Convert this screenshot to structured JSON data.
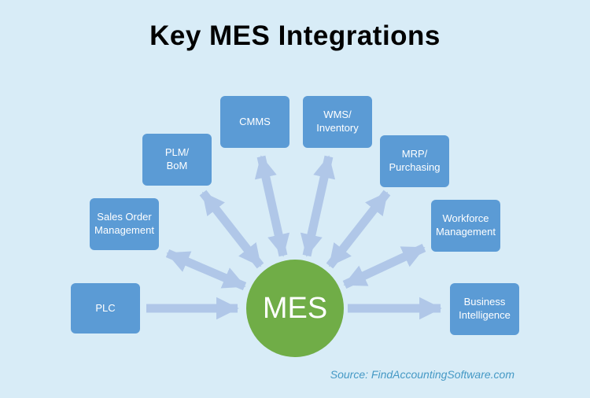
{
  "title": "Key MES Integrations",
  "center": {
    "label": "MES"
  },
  "nodes": [
    {
      "id": "plc",
      "label": "PLC"
    },
    {
      "id": "sales-order-management",
      "label": "Sales Order\nManagement"
    },
    {
      "id": "plm-bom",
      "label": "PLM/\nBoM"
    },
    {
      "id": "cmms",
      "label": "CMMS"
    },
    {
      "id": "wms-inventory",
      "label": "WMS/\nInventory"
    },
    {
      "id": "mrp-purchasing",
      "label": "MRP/\nPurchasing"
    },
    {
      "id": "workforce-management",
      "label": "Workforce\nManagement"
    },
    {
      "id": "business-intelligence",
      "label": "Business\nIntelligence"
    }
  ],
  "connections": [
    {
      "from": "PLC",
      "to": "MES",
      "bidirectional": false
    },
    {
      "from": "MES",
      "to": "Sales Order Management",
      "bidirectional": true
    },
    {
      "from": "MES",
      "to": "PLM/BoM",
      "bidirectional": true
    },
    {
      "from": "MES",
      "to": "CMMS",
      "bidirectional": true
    },
    {
      "from": "MES",
      "to": "WMS/Inventory",
      "bidirectional": true
    },
    {
      "from": "MES",
      "to": "MRP/Purchasing",
      "bidirectional": true
    },
    {
      "from": "MES",
      "to": "Workforce Management",
      "bidirectional": true
    },
    {
      "from": "MES",
      "to": "Business Intelligence",
      "bidirectional": false
    }
  ],
  "source": "Source: FindAccountingSoftware.com",
  "colors": {
    "background": "#d8ecf7",
    "box": "#5b9bd5",
    "circle": "#70ad47",
    "arrow": "#b0c7e8",
    "source_text": "#4599c5",
    "title": "#000000"
  }
}
